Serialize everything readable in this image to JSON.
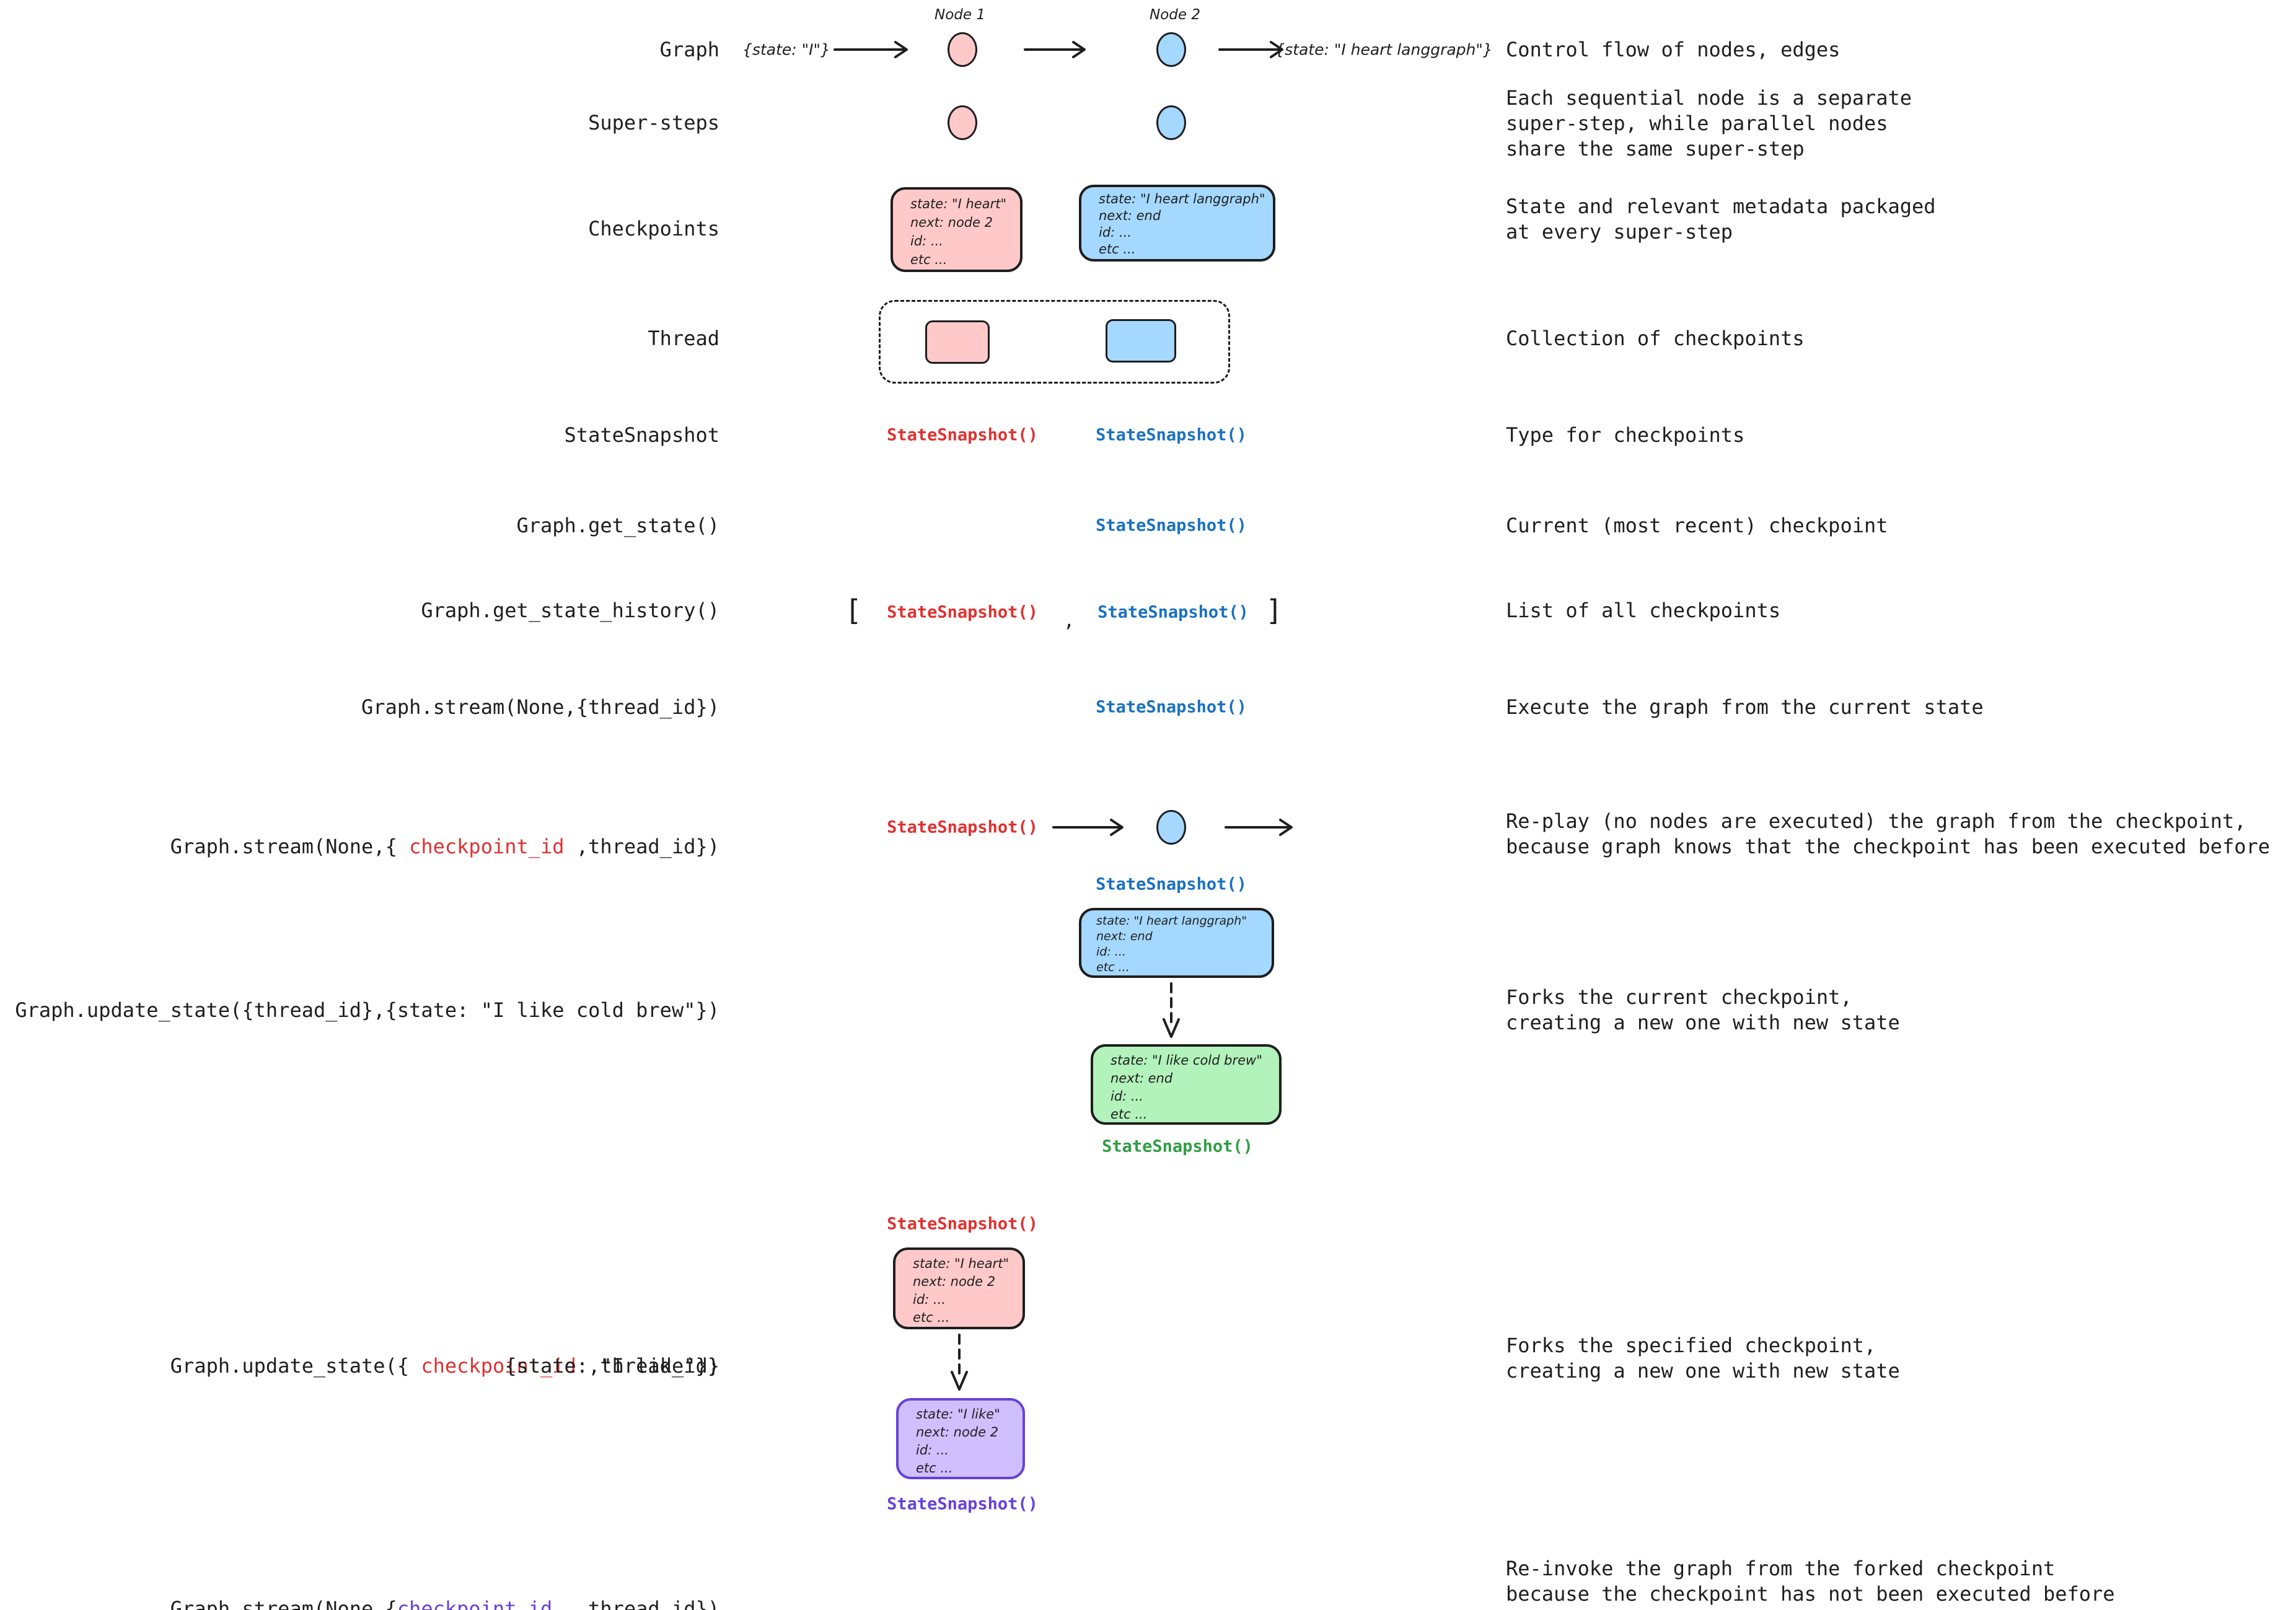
{
  "palette": {
    "ink": "#1e1e1e",
    "red": "#e03131",
    "blue": "#1971c2",
    "green": "#2f9e44",
    "purple": "#6741d9",
    "pink-fill": "#ffc9c9",
    "blue-fill": "#a5d8ff",
    "green-fill": "#b2f2bb",
    "purple-fill": "#d0bfff"
  },
  "snapshot_call": "StateSnapshot()",
  "nodes": {
    "node1_label": "Node 1",
    "node2_label": "Node 2"
  },
  "graph_row": {
    "label": "Graph",
    "input_state": "{state: \"I\"}",
    "output_state": "{state: \"I heart langgraph\"}",
    "description": "Control flow of nodes, edges"
  },
  "supersteps_row": {
    "label": "Super-steps",
    "description": "Each sequential node is a separate\nsuper-step, while parallel nodes\nshare the same super-step"
  },
  "checkpoints_row": {
    "label": "Checkpoints",
    "pink_box": "state: \"I heart\"\nnext: node 2\nid: ...\netc ...",
    "blue_box": "state: \"I heart langgraph\"\nnext: end\nid: ...\netc ...",
    "description": "State and relevant metadata packaged\nat every super-step"
  },
  "thread_row": {
    "label": "Thread",
    "description": "Collection of checkpoints"
  },
  "snapshot_row": {
    "label": "StateSnapshot",
    "description": "Type for checkpoints"
  },
  "get_state_row": {
    "label": "Graph.get_state()",
    "description": "Current (most recent) checkpoint"
  },
  "history_row": {
    "label": "Graph.get_state_history()",
    "open_bracket": "[",
    "comma": ",",
    "close_bracket": "]",
    "description": "List of all checkpoints"
  },
  "stream_row": {
    "label": "Graph.stream(None,{thread_id})",
    "description": "Execute the graph from the current state"
  },
  "replay_row": {
    "label_prefix": "Graph.stream(None,{ ",
    "label_checkpoint": "checkpoint_id",
    "label_suffix": " ,thread_id})",
    "description": "Re-play (no nodes are executed) the graph from the checkpoint,\nbecause graph knows that the checkpoint has been executed before"
  },
  "fork_current_row": {
    "label": "Graph.update_state({thread_id},{state: \"I like cold brew\"})",
    "blue_box": "state: \"I heart langgraph\"\nnext: end\nid: ...\netc ...",
    "green_box": "state: \"I like cold brew\"\nnext: end\nid: ...\netc ...",
    "description": "Forks the current checkpoint,\ncreating a new one with new state"
  },
  "fork_specified_row": {
    "label_prefix": "Graph.update_state({ ",
    "label_checkpoint": "checkpoint_id",
    "label_suffix": " ,thread_id}",
    "label_line2": "{state: \"I like\"})",
    "pink_box": "state: \"I heart\"\nnext: node 2\nid: ...\netc ...",
    "purple_box": "state: \"I like\"\nnext: node 2\nid: ...\netc ...",
    "description": "Forks the specified checkpoint,\ncreating a new one with new state"
  },
  "reinvoke_row": {
    "label_prefix": "Graph.stream(None,{",
    "label_checkpoint": "checkpoint_id",
    "label_suffix": "  ,thread_id})",
    "description": "Re-invoke the graph from the forked checkpoint\nbecause the checkpoint has not been executed before"
  }
}
